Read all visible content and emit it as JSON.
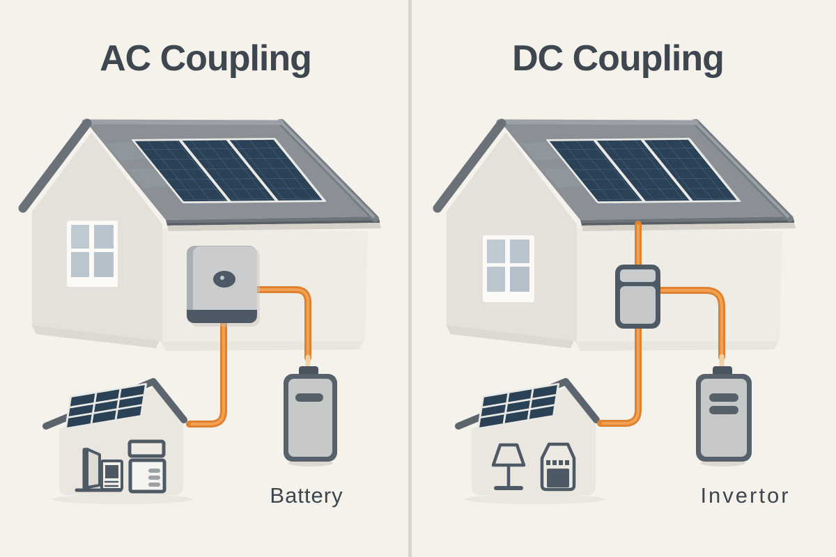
{
  "panels": {
    "left": {
      "title": "AC Coupling",
      "device_label": "Battery"
    },
    "right": {
      "title": "DC Coupling",
      "device_label": "Invertor"
    }
  },
  "colors": {
    "background": "#f5f2ec",
    "divider": "#d9d6d0",
    "title-text": "#3e464f",
    "label-text": "#3d454d",
    "cable-orange": "#e0812f",
    "cable-highlight": "#f2a053",
    "cable-connector": "#eed2a4",
    "panel-navy": "#2b4156",
    "panel-grid": "#4d6c8a",
    "slate-dark": "#4d5964",
    "roof-gray": "#8a9096",
    "wall-cream": "#eeece5",
    "device-gray": "#c7c9c9"
  },
  "icons": {
    "left_scene": [
      "solar-panel-icon",
      "inverter-icon",
      "battery-icon",
      "open-door-icon",
      "washer-icon"
    ],
    "right_scene": [
      "solar-panel-icon",
      "charge-controller-icon",
      "invertor-icon",
      "lamp-icon",
      "oven-icon"
    ]
  }
}
